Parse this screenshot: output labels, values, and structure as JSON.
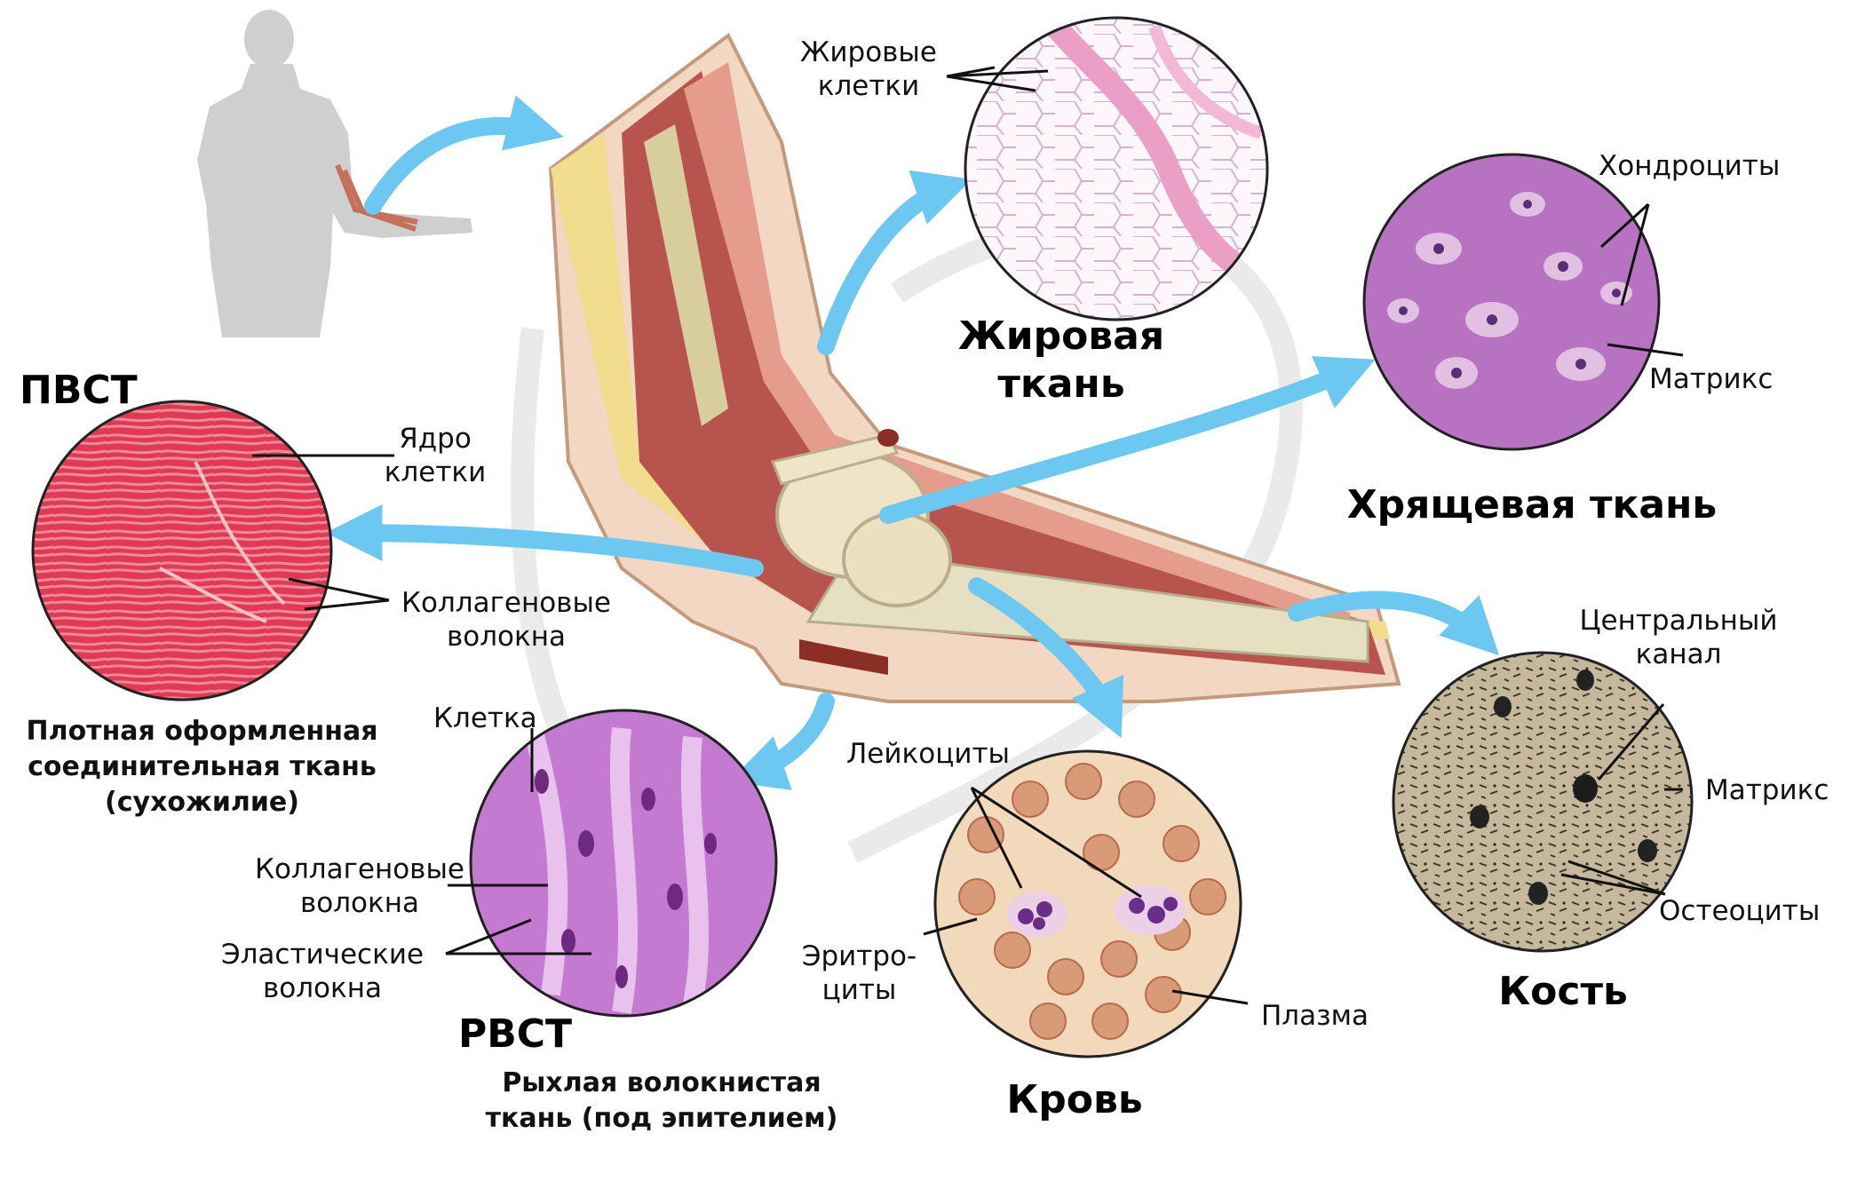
{
  "diagram": {
    "tissues": {
      "fat": {
        "title": [
          "Жировая",
          "ткань"
        ],
        "labels": {
          "cells": [
            "Жировые",
            "клетки"
          ]
        }
      },
      "cartilage": {
        "title": "Хрящевая ткань",
        "labels": {
          "chondrocytes": "Хондроциты",
          "matrix": "Матрикс"
        }
      },
      "dense": {
        "title": "ПВСТ",
        "subtitle": [
          "Плотная оформленная",
          "соединительная ткань",
          "(сухожилие)"
        ],
        "labels": {
          "nucleus": [
            "Ядро",
            "клетки"
          ],
          "collagen": [
            "Коллагеновые",
            "волокна"
          ]
        }
      },
      "loose": {
        "title": "РВСТ",
        "subtitle": [
          "Рыхлая волокнистая",
          "ткань (под эпителием)"
        ],
        "labels": {
          "cell": "Клетка",
          "collagen": [
            "Коллагеновые",
            "волокна"
          ],
          "elastic": [
            "Эластические",
            "волокна"
          ]
        }
      },
      "blood": {
        "title": "Кровь",
        "labels": {
          "leukocytes": "Лейкоциты",
          "erythrocytes": [
            "Эритро-",
            "циты"
          ],
          "plasma": "Плазма"
        }
      },
      "bone": {
        "title": "Кость",
        "labels": {
          "central_canal": [
            "Центральный",
            "канал"
          ],
          "matrix": "Матрикс",
          "osteocytes": "Остеоциты"
        }
      }
    },
    "colors": {
      "arrow": "#6cc8f0",
      "fat": "#fbf3f8",
      "cartilage": "#b773c2",
      "dense": "#d8324f",
      "loose": "#bd6ecb",
      "blood": "#eec9a4",
      "bone": "#b7a68a"
    }
  }
}
